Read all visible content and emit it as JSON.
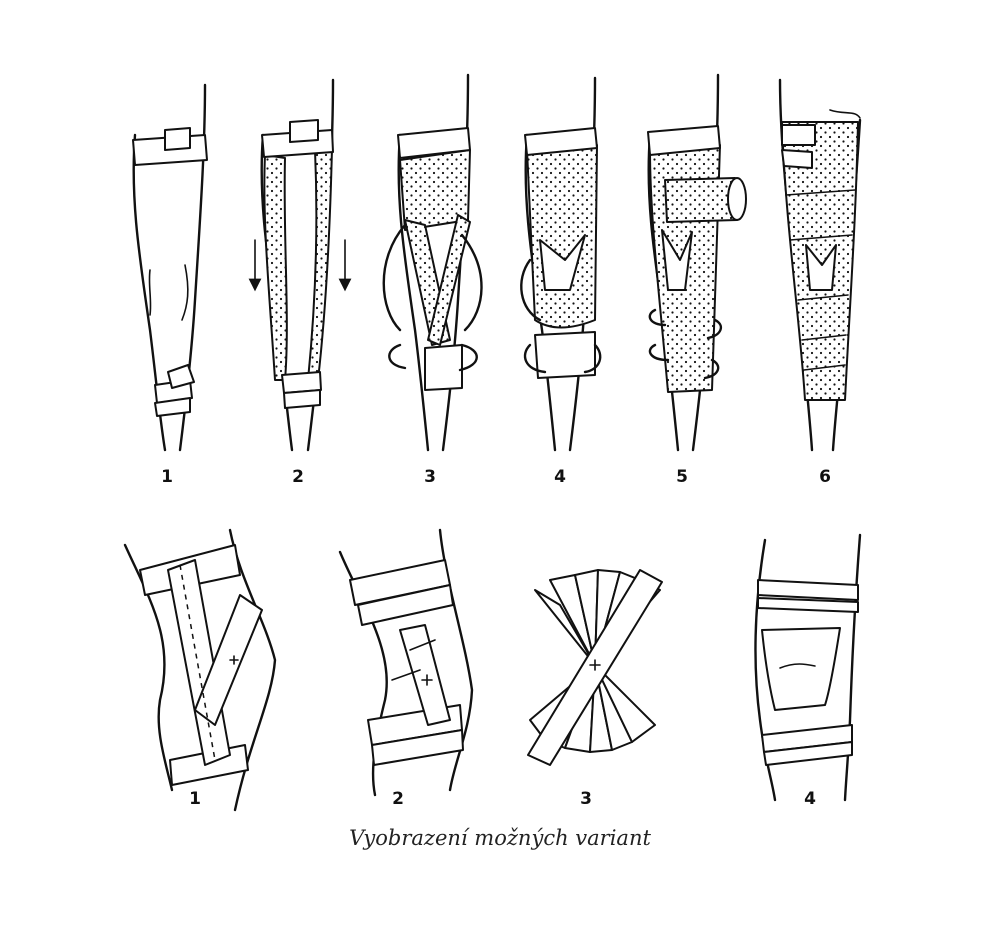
{
  "top_row": {
    "labels": [
      "1",
      "2",
      "3",
      "4",
      "5",
      "6"
    ]
  },
  "bottom_row": {
    "labels": [
      "1",
      "2",
      "3",
      "4"
    ]
  },
  "caption": "Vyobrazení možných variant"
}
